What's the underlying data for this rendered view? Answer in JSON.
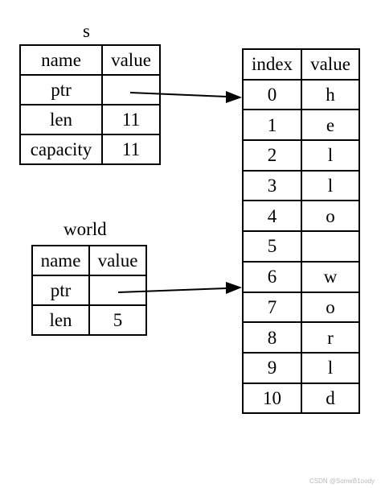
{
  "s_var": {
    "name": "s",
    "header": {
      "name": "name",
      "value": "value"
    },
    "rows": [
      {
        "name": "ptr",
        "value": ""
      },
      {
        "name": "len",
        "value": "11"
      },
      {
        "name": "capacity",
        "value": "11"
      }
    ]
  },
  "world_var": {
    "name": "world",
    "header": {
      "name": "name",
      "value": "value"
    },
    "rows": [
      {
        "name": "ptr",
        "value": ""
      },
      {
        "name": "len",
        "value": "5"
      }
    ]
  },
  "memory": {
    "header": {
      "index": "index",
      "value": "value"
    },
    "rows": [
      {
        "index": "0",
        "value": "h"
      },
      {
        "index": "1",
        "value": "e"
      },
      {
        "index": "2",
        "value": "l"
      },
      {
        "index": "3",
        "value": "l"
      },
      {
        "index": "4",
        "value": "o"
      },
      {
        "index": "5",
        "value": ""
      },
      {
        "index": "6",
        "value": "w"
      },
      {
        "index": "7",
        "value": "o"
      },
      {
        "index": "8",
        "value": "r"
      },
      {
        "index": "9",
        "value": "l"
      },
      {
        "index": "10",
        "value": "d"
      }
    ]
  },
  "pointers": [
    {
      "from": "s.ptr",
      "to_index": "0"
    },
    {
      "from": "world.ptr",
      "to_index": "6"
    }
  ],
  "watermark": "CSDN @SomeB1oody"
}
